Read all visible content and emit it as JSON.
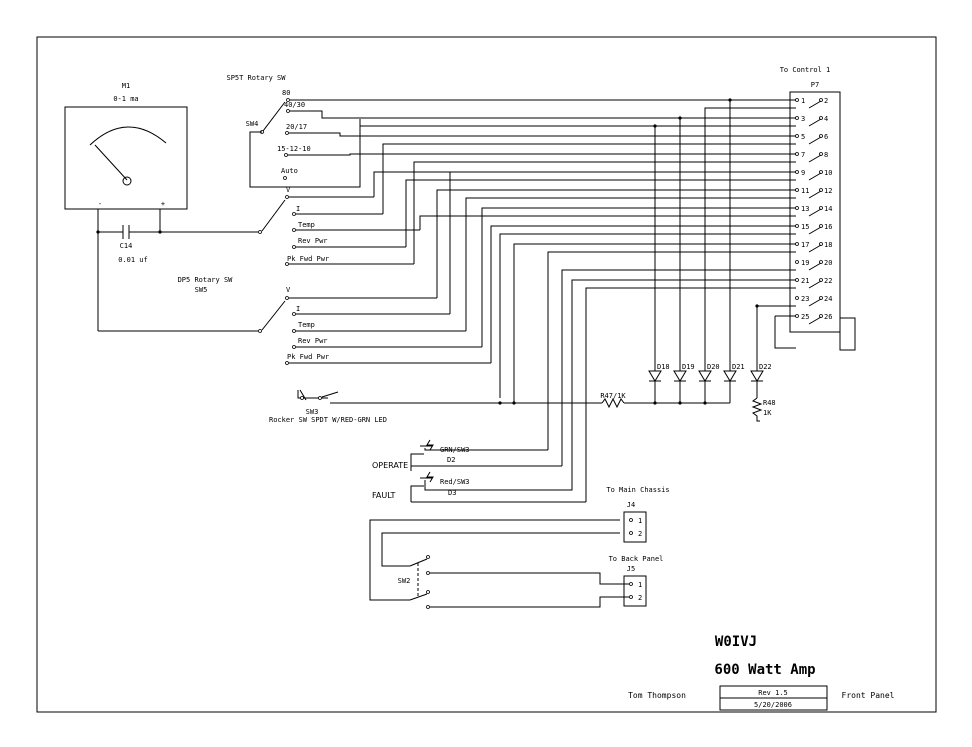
{
  "meter": {
    "ref": "M1",
    "range": "0-1 ma",
    "minus": "-",
    "plus": "+"
  },
  "capacitor": {
    "ref": "C14",
    "value": "0.01 uf"
  },
  "sw4": {
    "title": "SP5T Rotary SW",
    "ref": "SW4",
    "positions": [
      "80",
      "40/30",
      "20/17",
      "15-12-10",
      "Auto"
    ]
  },
  "sw5": {
    "title": "DP5  Rotary SW",
    "ref": "SW5",
    "positions_a": [
      "V",
      "I",
      "Temp",
      "Rev Pwr",
      "Pk Fwd Pwr"
    ],
    "positions_b": [
      "V",
      "I",
      "Temp",
      "Rev Pwr",
      "Pk Fwd Pwr"
    ]
  },
  "connector_p7": {
    "header": "To Control 1",
    "ref": "P7",
    "odd_pins": [
      "1",
      "3",
      "5",
      "7",
      "9",
      "11",
      "13",
      "15",
      "17",
      "19",
      "21",
      "23",
      "25"
    ],
    "even_pins": [
      "2",
      "4",
      "6",
      "8",
      "10",
      "12",
      "14",
      "16",
      "18",
      "20",
      "22",
      "24",
      "26"
    ]
  },
  "leds": [
    "D18",
    "D19",
    "D20",
    "D21",
    "D22"
  ],
  "resistors": {
    "r47": "R47/1K",
    "r48_ref": "R48",
    "r48_val": "1K"
  },
  "sw3": {
    "ref": "SW3",
    "desc": "Rocker SW SPDT W/RED-GRN LED"
  },
  "operate": {
    "label": "OPERATE",
    "led_label": "GRN/SW3",
    "led_ref": "D2"
  },
  "fault": {
    "label": "FAULT",
    "led_label": "Red/SW3",
    "led_ref": "D3"
  },
  "j4": {
    "header": "To Main Chassis",
    "ref": "J4",
    "pins": [
      "1",
      "2"
    ]
  },
  "j5": {
    "header": "To Back Panel",
    "ref": "J5",
    "pins": [
      "1",
      "2"
    ]
  },
  "sw2": {
    "ref": "SW2"
  },
  "title_block": {
    "callsign": "W0IVJ",
    "title": "600 Watt Amp",
    "author": "Tom Thompson",
    "rev": "Rev 1.5",
    "date": "5/20/2006",
    "sheet": "Front Panel"
  }
}
